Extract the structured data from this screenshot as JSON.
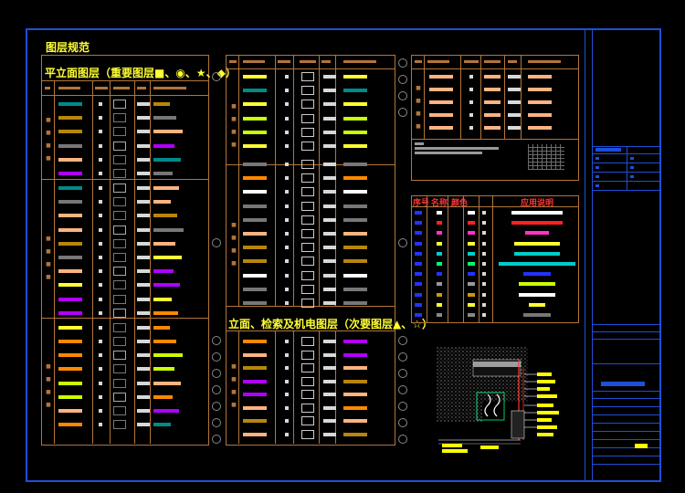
{
  "titles": {
    "main": "图层规范",
    "plan_layers": "平立面图层（重要图层■、◉、★、◆）",
    "elev_layers": "立面、检索及机电图层（次要图层▲、☆）"
  },
  "legend": {
    "headers": [
      "序号",
      "名称",
      "颜色",
      "应用说明"
    ]
  },
  "colors": {
    "frame": "#1e4fd6",
    "panel_border": "#b3753a",
    "title": "#ffff33"
  }
}
